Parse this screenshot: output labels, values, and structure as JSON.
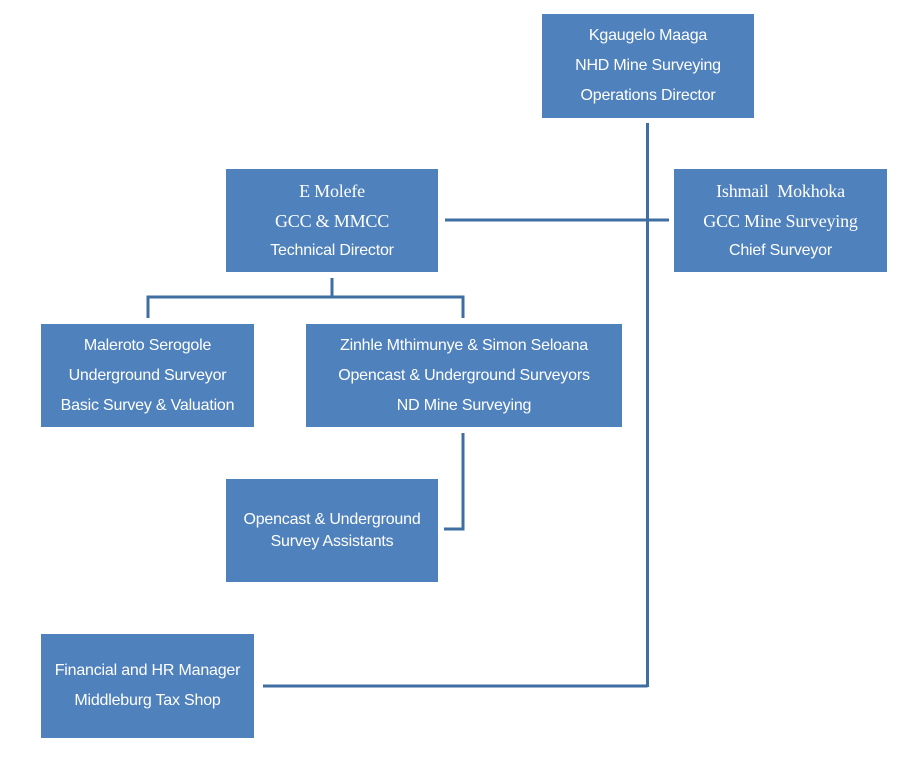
{
  "chart_data": {
    "type": "org-chart",
    "nodes": [
      {
        "id": "operations_director",
        "lines": [
          "Kgaugelo Maaga",
          "NHD Mine Surveying",
          "Operations Director"
        ]
      },
      {
        "id": "technical_director",
        "lines": [
          "E Molefe",
          "GCC & MMCC",
          "Technical Director"
        ]
      },
      {
        "id": "chief_surveyor",
        "lines": [
          "Ishmail  Mokhoka",
          "GCC Mine Surveying",
          "Chief Surveyor"
        ]
      },
      {
        "id": "underground_surveyor",
        "lines": [
          "Maleroto Serogole",
          "Underground Surveyor",
          "Basic Survey & Valuation"
        ]
      },
      {
        "id": "opencast_underground_surveyors",
        "lines": [
          "Zinhle Mthimunye & Simon Seloana",
          "Opencast & Underground Surveyors",
          "ND Mine Surveying"
        ]
      },
      {
        "id": "survey_assistants",
        "lines": [
          "Opencast & Underground",
          "Survey Assistants"
        ]
      },
      {
        "id": "financial_hr",
        "lines": [
          "Financial and HR Manager",
          "Middleburg Tax Shop"
        ]
      }
    ],
    "edges": [
      {
        "from": "operations_director",
        "to": "technical_director"
      },
      {
        "from": "operations_director",
        "to": "chief_surveyor"
      },
      {
        "from": "operations_director",
        "to": "financial_hr"
      },
      {
        "from": "technical_director",
        "to": "underground_surveyor"
      },
      {
        "from": "technical_director",
        "to": "opencast_underground_surveyors"
      },
      {
        "from": "opencast_underground_surveyors",
        "to": "survey_assistants"
      }
    ]
  },
  "colors": {
    "box_fill": "#4f81bd",
    "connector": "#3f6ea3",
    "text": "#ffffff"
  }
}
